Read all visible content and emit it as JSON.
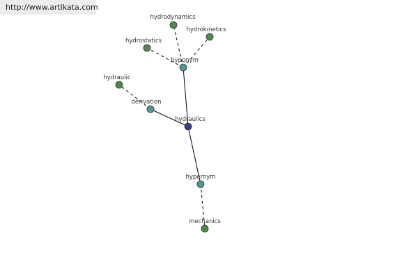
{
  "source": {
    "url_text": "http://www.artikata.com"
  },
  "graph": {
    "colors": {
      "center": "#3a3f8c",
      "relation": "#4f9a96",
      "leaf": "#4f8a4a"
    },
    "nodes": [
      {
        "id": "hydraulics",
        "label": "hydraulics",
        "kind": "center"
      },
      {
        "id": "hyponym",
        "label": "hyponym",
        "kind": "relation"
      },
      {
        "id": "derivation",
        "label": "derivation",
        "kind": "relation"
      },
      {
        "id": "hypernym",
        "label": "hypernym",
        "kind": "relation"
      },
      {
        "id": "hydrodynamics",
        "label": "hydrodynamics",
        "kind": "leaf"
      },
      {
        "id": "hydrokinetics",
        "label": "hydrokinetics",
        "kind": "leaf"
      },
      {
        "id": "hydrostatics",
        "label": "hydrostatics",
        "kind": "leaf"
      },
      {
        "id": "hydraulic",
        "label": "hydraulic",
        "kind": "leaf"
      },
      {
        "id": "mechanics",
        "label": "mechanics",
        "kind": "leaf"
      }
    ],
    "edges": [
      {
        "from": "hydraulics",
        "to": "hyponym",
        "style": "solid"
      },
      {
        "from": "hydraulics",
        "to": "derivation",
        "style": "solid"
      },
      {
        "from": "hydraulics",
        "to": "hypernym",
        "style": "solid"
      },
      {
        "from": "hyponym",
        "to": "hydrodynamics",
        "style": "dashed"
      },
      {
        "from": "hyponym",
        "to": "hydrokinetics",
        "style": "dashed"
      },
      {
        "from": "hyponym",
        "to": "hydrostatics",
        "style": "dashed"
      },
      {
        "from": "derivation",
        "to": "hydraulic",
        "style": "dashed"
      },
      {
        "from": "hypernym",
        "to": "mechanics",
        "style": "dashed"
      }
    ]
  }
}
